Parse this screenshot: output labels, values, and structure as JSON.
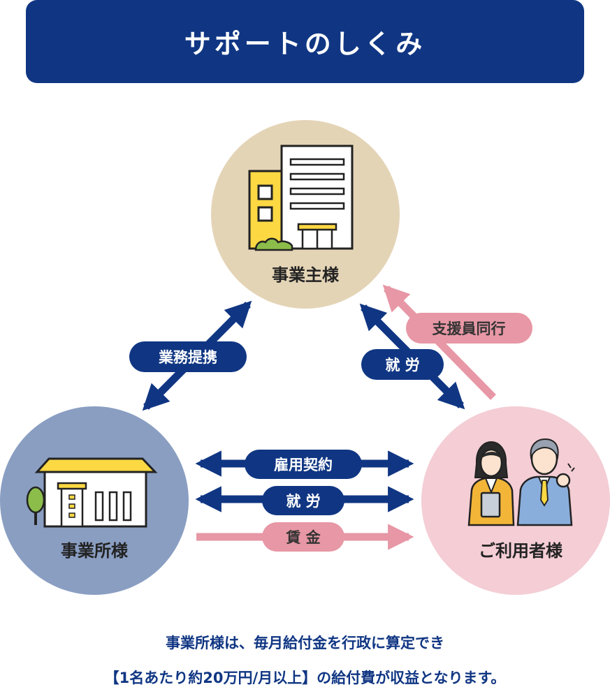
{
  "title": "サポートのしくみ",
  "nodes": {
    "employer": {
      "label": "事業主様"
    },
    "office": {
      "label": "事業所様"
    },
    "users": {
      "label": "ご利用者様"
    }
  },
  "relations": {
    "business_partnership": "業務提携",
    "employment_top": "就 労",
    "support_staff_accompany": "支援員同行",
    "employment_contract": "雇用契約",
    "employment_bottom": "就 労",
    "wage": "賃 金"
  },
  "footer": {
    "line1": "事業所様は、毎月給付金を行政に算定でき",
    "line2": "【1名あたり約20万円/月以上】の給付費が収益となります。"
  },
  "colors": {
    "navy": "#103683",
    "pink_accent": "#e797a5",
    "employer_circle": "#e4d4b6",
    "office_circle": "#8a9ec2",
    "users_circle": "#f4cdd5",
    "yellow": "#fcd843"
  }
}
